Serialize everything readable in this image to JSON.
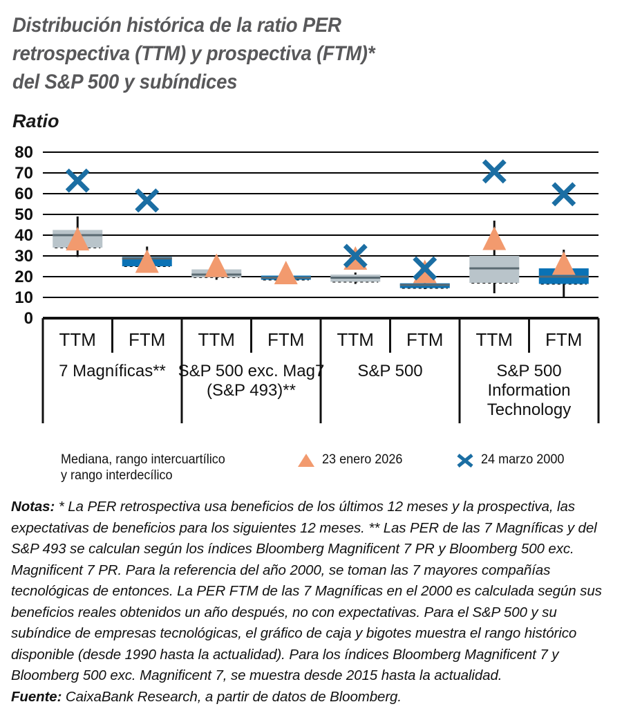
{
  "title": {
    "line1": "Distribución histórica de la ratio PER",
    "line2": "retrospectiva (TTM) y prospectiva (FTM)*",
    "line3": "del S&P 500 y subíndices",
    "color": "#58585a"
  },
  "axis_unit_label": "Ratio",
  "legend": {
    "items": [
      {
        "name": "median-iqr-idr",
        "label": "Mediana, rango intercuartílico\ny rango interdecílico",
        "marker": "square",
        "color": "#b9c4ca"
      },
      {
        "name": "date-2026",
        "label": "23 enero 2026",
        "marker": "triangle",
        "color": "#f29a6e"
      },
      {
        "name": "date-2000",
        "label": "24 marzo 2000",
        "marker": "cross",
        "color": "#1b6ea3"
      }
    ]
  },
  "notes": {
    "notes_label": "Notas:",
    "notes_text": " * La PER retrospectiva usa beneficios de los últimos 12 meses y la prospectiva, las expectativas de beneficios para los siguientes 12 meses. ** Las PER de las 7 Magníficas y del S&P 493 se calculan según los índices Bloomberg Magnificent 7 PR y Bloomberg 500 exc. Magnificent 7 PR. Para la referencia del año 2000, se toman las 7 mayores compañías tecnológicas de entonces. La PER FTM de las 7 Magníficas en el 2000 es calculada según sus beneficios reales obtenidos un año después, no con expectativas. Para el S&P 500 y su subíndice de empresas tecnológicas, el gráfico de caja y bigotes muestra el rango histórico disponible (desde 1990 hasta la actualidad). Para los índices Bloomberg Magnificent 7 y Bloomberg 500 exc. Magnificent 7, se muestra desde 2015 hasta la actualidad.",
    "source_label": "Fuente:",
    "source_text": " CaixaBank Research, a partir de datos de Bloomberg."
  },
  "chart_data": {
    "type": "box",
    "title": "Distribución histórica de la ratio PER retrospectiva (TTM) y prospectiva (FTM)* del S&P 500 y subíndices",
    "ylabel": "Ratio",
    "xlabel": "",
    "ylim": [
      0,
      80
    ],
    "yticks": [
      0,
      10,
      20,
      30,
      40,
      50,
      60,
      70,
      80
    ],
    "grid": true,
    "legend_position": "bottom",
    "group_labels": [
      "7 Magníficas**",
      "S&P 500 exc. Mag7\n(S&P 493)**",
      "S&P 500",
      "S&P 500\nInformation\nTechnology"
    ],
    "categories": [
      "TTM",
      "FTM",
      "TTM",
      "FTM",
      "TTM",
      "FTM",
      "TTM",
      "FTM"
    ],
    "series": [
      {
        "name": "Mediana, rango intercuartílico y rango interdecílico",
        "color_ttm": "#b9c4ca",
        "color_ftm": "#0a72b5",
        "boxes": [
          {
            "group": "7 Magníficas**",
            "type": "TTM",
            "color": "#b9c4ca",
            "d1": 29.5,
            "q1": 34.0,
            "median": 40.0,
            "q3": 42.5,
            "d9": 49.0
          },
          {
            "group": "7 Magníficas**",
            "type": "FTM",
            "color": "#0a72b5",
            "d1": 22.5,
            "q1": 25.0,
            "median": 28.8,
            "q3": 29.5,
            "d9": 34.5
          },
          {
            "group": "S&P 500 exc. Mag7 (S&P 493)**",
            "type": "TTM",
            "color": "#b9c4ca",
            "d1": 18.5,
            "q1": 19.7,
            "median": 21.0,
            "q3": 23.5,
            "d9": 25.0
          },
          {
            "group": "S&P 500 exc. Mag7 (S&P 493)**",
            "type": "FTM",
            "color": "#0a72b5",
            "d1": 17.5,
            "q1": 18.5,
            "median": 19.5,
            "q3": 20.5,
            "d9": 21.5
          },
          {
            "group": "S&P 500",
            "type": "TTM",
            "color": "#b9c4ca",
            "d1": 16.5,
            "q1": 17.5,
            "median": 19.5,
            "q3": 21.0,
            "d9": 22.0
          },
          {
            "group": "S&P 500",
            "type": "FTM",
            "color": "#0a72b5",
            "d1": 14.0,
            "q1": 14.5,
            "median": 16.0,
            "q3": 16.8,
            "d9": 18.0
          },
          {
            "group": "S&P 500 Information Technology",
            "type": "TTM",
            "color": "#b9c4ca",
            "d1": 12.0,
            "q1": 17.0,
            "median": 24.0,
            "q3": 30.0,
            "d9": 47.0
          },
          {
            "group": "S&P 500 Information Technology",
            "type": "FTM",
            "color": "#0a72b5",
            "d1": 10.0,
            "q1": 16.5,
            "median": 20.0,
            "q3": 24.0,
            "d9": 33.0
          }
        ]
      },
      {
        "name": "23 enero 2026",
        "color": "#f29a6e",
        "marker": "triangle",
        "values": [
          38.3,
          27.5,
          25.5,
          22.0,
          29.0,
          22.5,
          38.5,
          26.5
        ]
      },
      {
        "name": "24 marzo 2000",
        "color": "#1b6ea3",
        "marker": "cross",
        "values": [
          66.3,
          56.7,
          null,
          null,
          30.0,
          24.0,
          70.7,
          59.7
        ]
      }
    ]
  }
}
